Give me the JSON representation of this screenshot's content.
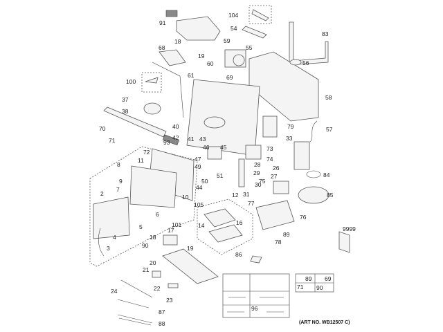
{
  "diagram": {
    "art_number": "(ART NO. WB12507 C)",
    "callouts": [
      "91",
      "104",
      "54",
      "83",
      "18",
      "19",
      "59",
      "55",
      "68",
      "56",
      "60",
      "61",
      "100",
      "69",
      "37",
      "58",
      "38",
      "70",
      "40",
      "79",
      "57",
      "41",
      "43",
      "33",
      "71",
      "42",
      "93",
      "46",
      "45",
      "73",
      "72",
      "47",
      "74",
      "11",
      "8",
      "49",
      "28",
      "29",
      "26",
      "51",
      "27",
      "84",
      "9",
      "50",
      "30",
      "44",
      "75",
      "10",
      "31",
      "12",
      "85",
      "2",
      "7",
      "77",
      "105",
      "6",
      "76",
      "101",
      "14",
      "16",
      "5",
      "9999",
      "4",
      "17",
      "89",
      "18",
      "90",
      "19",
      "78",
      "3",
      "86",
      "20",
      "21",
      "22",
      "23",
      "24",
      "87",
      "88",
      "96"
    ],
    "hardware_legend": [
      "89",
      "69",
      "71",
      "90"
    ]
  }
}
